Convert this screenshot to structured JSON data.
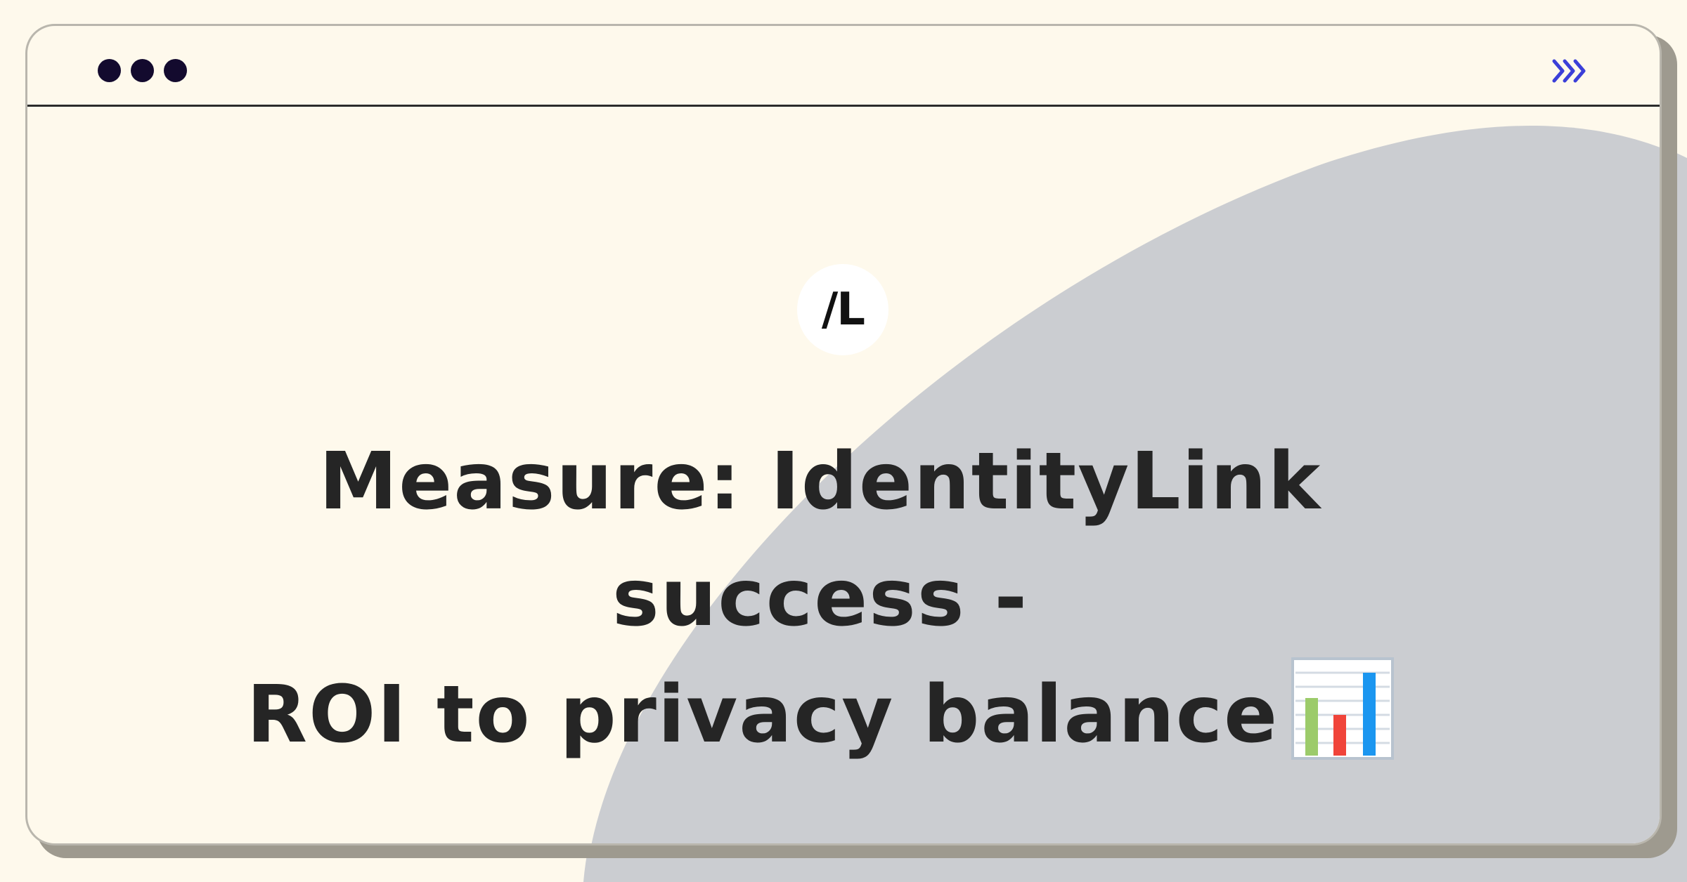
{
  "window": {
    "controls": [
      "dot-1",
      "dot-2",
      "dot-3"
    ],
    "forward_icon": "triple-chevron-right-icon",
    "accent": "#3b3fd8"
  },
  "logo": {
    "text": "/L"
  },
  "headline": {
    "line1": "Measure: IdentityLink success -",
    "line2": "ROI to privacy balance",
    "emoji_icon": "bar-chart-icon"
  },
  "colors": {
    "background": "#fef9ec",
    "blob": "#cbcdd1",
    "text": "#252525"
  }
}
